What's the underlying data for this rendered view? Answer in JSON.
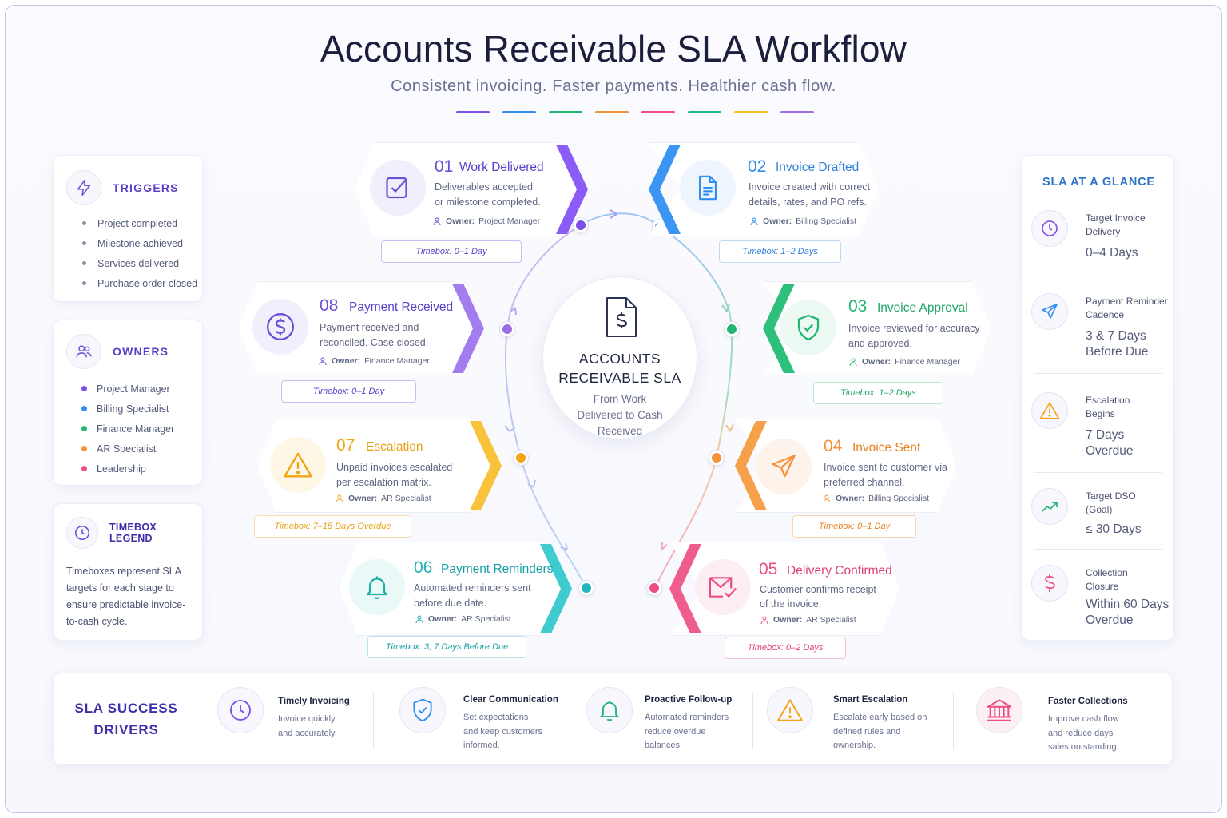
{
  "header": {
    "title": "Accounts Receivable SLA Workflow",
    "subtitle": "Consistent invoicing. Faster payments. Healthier cash flow."
  },
  "colors": {
    "purple": "#7c4ee6",
    "blue": "#2f8ef0",
    "green": "#22b573",
    "orange": "#f5a623",
    "pink": "#ec4d83",
    "teal": "#27c3c9",
    "yellow": "#f6c021",
    "violet": "#9b6ee8",
    "indigo": "#5b3fc8"
  },
  "triggers": {
    "title": "TRIGGERS",
    "icon": "lightning-icon",
    "items": [
      "Project completed",
      "Milestone achieved",
      "Services delivered",
      "Purchase order closed"
    ]
  },
  "owners": {
    "title": "OWNERS",
    "icon": "users-icon",
    "items": [
      {
        "label": "Project Manager",
        "color": "#7c4ee6"
      },
      {
        "label": "Billing Specialist",
        "color": "#2f8ef0"
      },
      {
        "label": "Finance Manager",
        "color": "#22b573"
      },
      {
        "label": "AR Specialist",
        "color": "#f5913a"
      },
      {
        "label": "Leadership",
        "color": "#ec4d83"
      }
    ]
  },
  "legend": {
    "title": "TIMEBOX LEGEND",
    "icon": "clock-icon",
    "text": "Timeboxes represent SLA targets for each stage to ensure predictable invoice-to-cash cycle."
  },
  "hub": {
    "title_line1": "ACCOUNTS",
    "title_line2": "RECEIVABLE SLA",
    "sub_line1": "From Work",
    "sub_line2": "Delivered to Cash",
    "sub_line3": "Received",
    "icon": "document-dollar-icon"
  },
  "steps": [
    {
      "num": "01",
      "name": "Work Delivered",
      "desc1": "Deliverables accepted",
      "desc2": "or milestone completed.",
      "owner_label": "Owner:",
      "owner": "Project Manager",
      "timebox_label": "Timebox:",
      "timebox": "0–1 Day",
      "color": "#7c4ee6",
      "icon": "checkbox-icon"
    },
    {
      "num": "02",
      "name": "Invoice Drafted",
      "desc1": "Invoice created with correct",
      "desc2": "details, rates, and PO refs.",
      "owner_label": "Owner:",
      "owner": "Billing Specialist",
      "timebox_label": "Timebox:",
      "timebox": "1–2 Days",
      "color": "#2f8ef0",
      "icon": "document-icon"
    },
    {
      "num": "03",
      "name": "Invoice Approval",
      "desc1": "Invoice reviewed for accuracy",
      "desc2": "and approved.",
      "owner_label": "Owner:",
      "owner": "Finance Manager",
      "timebox_label": "Timebox:",
      "timebox": "1–2 Days",
      "color": "#22b573",
      "icon": "shield-check-icon"
    },
    {
      "num": "04",
      "name": "Invoice Sent",
      "desc1": "Invoice sent to customer via",
      "desc2": "preferred channel.",
      "owner_label": "Owner:",
      "owner": "Billing Specialist",
      "timebox_label": "Timebox:",
      "timebox": "0–1 Day",
      "color": "#f5913a",
      "icon": "paper-plane-icon"
    },
    {
      "num": "05",
      "name": "Delivery Confirmed",
      "desc1": "Customer confirms receipt",
      "desc2": "of the invoice.",
      "owner_label": "Owner:",
      "owner": "AR Specialist",
      "timebox_label": "Timebox:",
      "timebox": "0–2 Days",
      "color": "#ec4d83",
      "icon": "envelope-check-icon"
    },
    {
      "num": "06",
      "name": "Payment Reminders",
      "desc1": "Automated reminders sent",
      "desc2": "before due date.",
      "owner_label": "Owner:",
      "owner": "AR Specialist",
      "timebox_label": "Timebox:",
      "timebox": "3, 7 Days Before Due",
      "color": "#1fb8bf",
      "icon": "bell-icon"
    },
    {
      "num": "07",
      "name": "Escalation",
      "desc1": "Unpaid invoices escalated",
      "desc2": "per escalation matrix.",
      "owner_label": "Owner:",
      "owner": "AR Specialist",
      "timebox_label": "Timebox:",
      "timebox": "7–15 Days Overdue",
      "color": "#f2a516",
      "icon": "warning-icon"
    },
    {
      "num": "08",
      "name": "Payment Received",
      "desc1": "Payment received and",
      "desc2": "reconciled. Case closed.",
      "owner_label": "Owner:",
      "owner": "Finance Manager",
      "timebox_label": "Timebox:",
      "timebox": "0–1 Day",
      "color": "#7c4ee6",
      "icon": "dollar-circle-icon"
    }
  ],
  "glance": {
    "title": "SLA AT A GLANCE",
    "items": [
      {
        "label": "Target Invoice Delivery",
        "value": "0–4 Days",
        "icon": "clock-icon",
        "color": "#7c4ee6"
      },
      {
        "label": "Payment Reminder Cadence",
        "value": "3 & 7 Days Before Due",
        "icon": "paper-plane-icon",
        "color": "#2f8ef0"
      },
      {
        "label": "Escalation Begins",
        "value": "7 Days Overdue",
        "icon": "warning-icon",
        "color": "#f2a516"
      },
      {
        "label": "Target DSO (Goal)",
        "value": "≤ 30 Days",
        "icon": "trend-up-icon",
        "color": "#22b573"
      },
      {
        "label": "Collection Closure",
        "value": "Within 60 Days Overdue",
        "icon": "dollar-icon",
        "color": "#ec4d83"
      }
    ]
  },
  "drivers": {
    "title_line1": "SLA SUCCESS",
    "title_line2": "DRIVERS",
    "items": [
      {
        "title": "Timely Invoicing",
        "desc1": "Invoice quickly",
        "desc2": "and accurately.",
        "desc3": "",
        "icon": "clock-icon",
        "color": "#7c4ee6"
      },
      {
        "title": "Clear Communication",
        "desc1": "Set expectations",
        "desc2": "and keep customers",
        "desc3": "informed.",
        "icon": "shield-check-icon",
        "color": "#2f8ef0"
      },
      {
        "title": "Proactive Follow-up",
        "desc1": "Automated reminders",
        "desc2": "reduce overdue",
        "desc3": "balances.",
        "icon": "bell-icon",
        "color": "#22b573"
      },
      {
        "title": "Smart Escalation",
        "desc1": "Escalate early based on",
        "desc2": "defined rules and",
        "desc3": "ownership.",
        "icon": "warning-icon",
        "color": "#f2a516"
      },
      {
        "title": "Faster Collections",
        "desc1": "Improve cash flow",
        "desc2": "and reduce days",
        "desc3": "sales outstanding.",
        "icon": "bank-icon",
        "color": "#ec4d83"
      }
    ]
  }
}
